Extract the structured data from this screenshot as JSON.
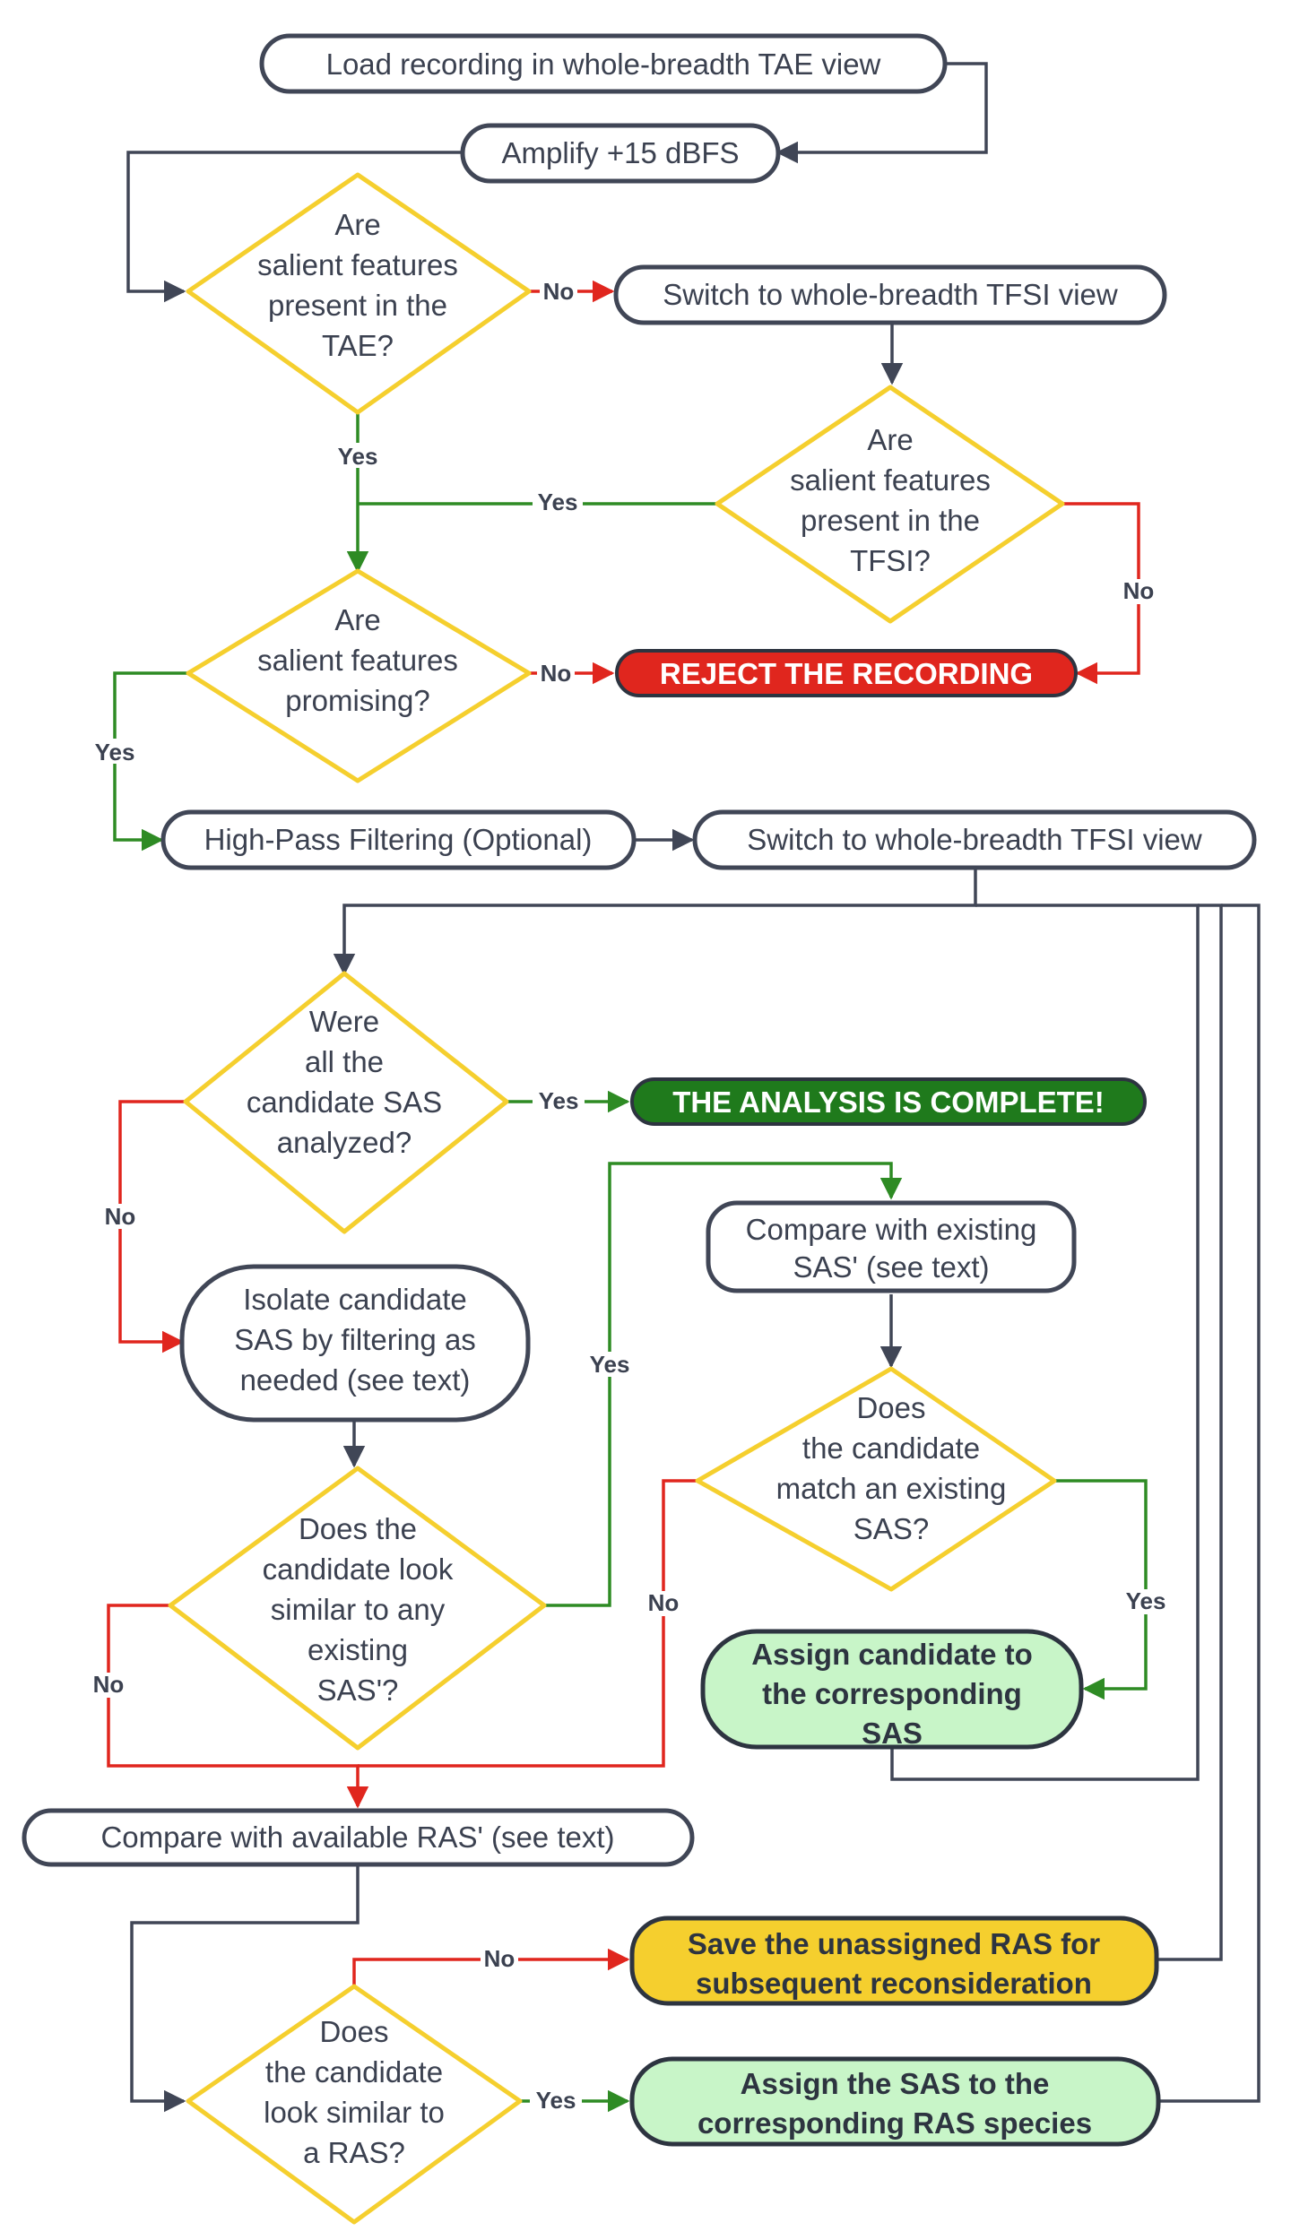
{
  "nodes": {
    "load": "Load recording in whole-breadth TAE view",
    "amplify": "Amplify +15 dBFS",
    "d_tae": [
      "Are",
      "salient features",
      "present in the",
      "TAE?"
    ],
    "switch_tfsi_1": "Switch to whole-breadth TFSI view",
    "d_tfsi": [
      "Are",
      "salient features",
      "present in the",
      "TFSI?"
    ],
    "d_promising": [
      "Are",
      "salient features",
      "promising?"
    ],
    "reject": "REJECT THE RECORDING",
    "hpf": "High-Pass Filtering (Optional)",
    "switch_tfsi_2": "Switch to whole-breadth TFSI view",
    "d_all": [
      "Were",
      "all the",
      "candidate SAS",
      "analyzed?"
    ],
    "complete": "THE ANALYSIS IS COMPLETE!",
    "compare_sas": [
      "Compare with existing",
      "SAS' (see text)"
    ],
    "isolate": [
      "Isolate candidate",
      "SAS by filtering as",
      "needed (see text)"
    ],
    "d_match": [
      "Does",
      "the candidate",
      "match an existing",
      "SAS?"
    ],
    "d_similar_sas": [
      "Does the",
      "candidate look",
      "similar to any",
      "existing",
      "SAS'?"
    ],
    "assign_sas": [
      "Assign candidate to",
      "the corresponding",
      "SAS"
    ],
    "compare_ras": "Compare with available RAS' (see text)",
    "save_ras": [
      "Save the unassigned RAS for",
      "subsequent reconsideration"
    ],
    "d_similar_ras": [
      "Does",
      "the candidate",
      "look similar to",
      "a RAS?"
    ],
    "assign_ras": [
      "Assign the SAS to the",
      "corresponding RAS species"
    ]
  },
  "edge_labels": {
    "yes": "Yes",
    "no": "No"
  },
  "colors": {
    "terminal_stroke": "#404656",
    "decision_stroke": "#f5cf2e",
    "yes_edge": "#2e8b24",
    "no_edge": "#e0261e",
    "default_edge": "#404656",
    "reject_fill": "#e0261e",
    "complete_fill": "#1f7a1c",
    "assign_fill": "#c8f5c8",
    "save_fill": "#f5cf2e"
  }
}
